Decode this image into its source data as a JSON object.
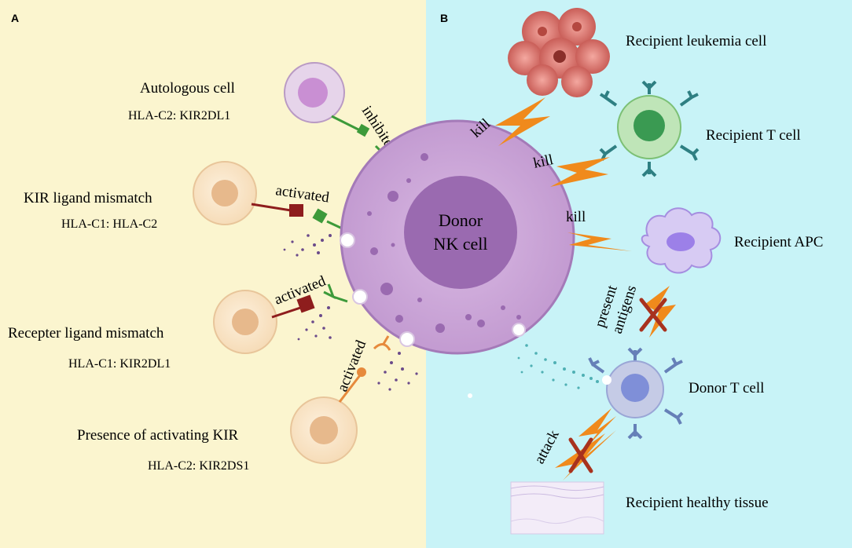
{
  "panels": {
    "a": "A",
    "b": "B"
  },
  "center": {
    "line1": "Donor",
    "line2": "NK cell"
  },
  "left": {
    "autologous": {
      "title": "Autologous cell",
      "pair": "HLA-C2: KIR2DL1",
      "state": "inhibited"
    },
    "kir_mismatch": {
      "title": "KIR  ligand mismatch",
      "pair": "HLA-C1: HLA-C2",
      "state": "activated"
    },
    "receptor_mismatch": {
      "title": "Recepter  ligand mismatch",
      "pair": "HLA-C1: KIR2DL1",
      "state": "activated"
    },
    "activating_kir": {
      "title": "Presence of activating KIR",
      "pair": "HLA-C2: KIR2DS1",
      "state": "activated"
    }
  },
  "right": {
    "leukemia": "Recipient leukemia cell",
    "t_cell": "Recipient T cell",
    "apc": "Recipient APC",
    "donor_t": "Donor T cell",
    "tissue": "Recipient healthy tissue",
    "kill1": "kill",
    "kill2": "kill",
    "kill3": "kill",
    "present": "present",
    "antigens": "antigens",
    "attack": "attack"
  },
  "colors": {
    "left_bg": "#fbf5cf",
    "right_bg": "#c8f3f7",
    "nk_outer": "#c9a2d6",
    "nk_inner": "#9a6ab0",
    "bolt": "#f08a1c",
    "cross": "#a8321e",
    "inhibit_green": "#3d9a3a",
    "mismatch_red": "#8e1d1d"
  }
}
